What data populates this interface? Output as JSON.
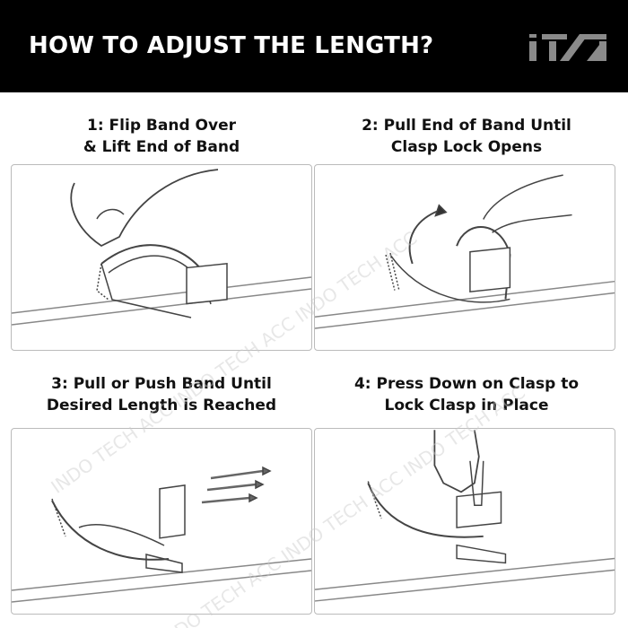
{
  "header": {
    "title": "HOW TO ADJUST THE LENGTH?",
    "logo_text": "ITA"
  },
  "steps": [
    {
      "line1": "1: Flip Band Over",
      "line2": "& Lift End of Band"
    },
    {
      "line1": "2: Pull End of Band Until",
      "line2": "Clasp Lock Opens"
    },
    {
      "line1": "3: Pull or Push Band Until",
      "line2": "Desired Length is Reached"
    },
    {
      "line1": "4: Press Down on Clasp to",
      "line2": "Lock Clasp in Place"
    }
  ],
  "watermark": "INDO TECH ACC",
  "colors": {
    "header_bg": "#000000",
    "logo": "#8a8a8a"
  }
}
